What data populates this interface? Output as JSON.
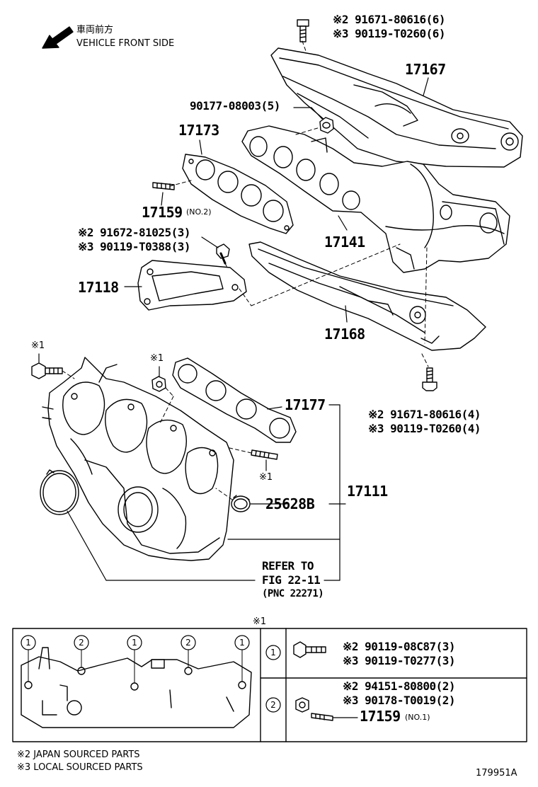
{
  "header": {
    "direction_jp": "車両前方",
    "direction_en": "VEHICLE FRONT SIDE"
  },
  "top_bolt": {
    "line1": "※2 91671-80616(6)",
    "line2": "※3 90119-T0260(6)"
  },
  "callouts": {
    "p17167": "17167",
    "p90177": "90177-08003(5)",
    "p17173": "17173",
    "p17159": "17159",
    "p17159_note": "(NO.2)",
    "bolt_mid_line1": "※2 91672-81025(3)",
    "bolt_mid_line2": "※3 90119-T0388(3)",
    "p17141": "17141",
    "p17118": "17118",
    "p17168": "17168",
    "note1_a": "※1",
    "note1_b": "※1",
    "note1_c": "※1",
    "p17177": "17177",
    "bottom_bolt_line1": "※2 91671-80616(4)",
    "bottom_bolt_line2": "※3 90119-T0260(4)",
    "p25628b": "25628B",
    "p17111": "17111",
    "refer_line1": "REFER TO",
    "refer_line2": "FIG 22-11",
    "refer_line3": "(PNC 22271)"
  },
  "inset": {
    "title": "※1",
    "marker1": "1",
    "marker2": "2",
    "row1_line1": "※2 90119-08C87(3)",
    "row1_line2": "※3 90119-T0277(3)",
    "row2_line1": "※2 94151-80800(2)",
    "row2_line2": "※3 90178-T0019(2)",
    "row2_line3": "17159",
    "row2_note": "(NO.1)"
  },
  "legend": {
    "note2": "※2 JAPAN SOURCED PARTS",
    "note3": "※3 LOCAL SOURCED PARTS"
  },
  "figure_id": "179951A"
}
